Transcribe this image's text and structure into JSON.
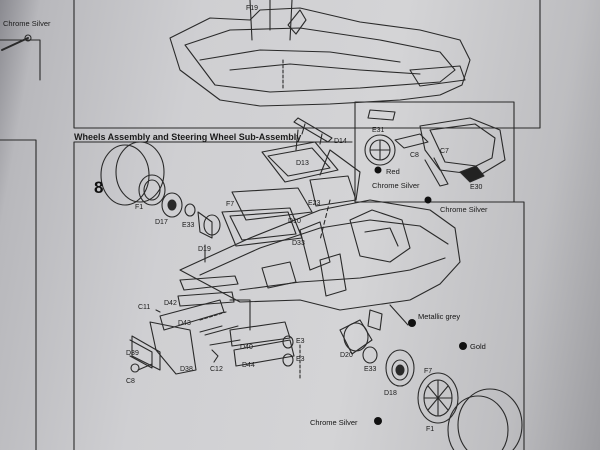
{
  "page": {
    "top_left_note": "Chrome Silver",
    "step_number": "8",
    "section_title": "Wheels Assembly and Steering Wheel Sub-Assembly"
  },
  "inset_labels": {
    "e31": "E31",
    "c8": "C8",
    "red": "Red",
    "chrome_silver": "Chrome Silver",
    "c7": "C7",
    "e30": "E30",
    "chrome_silver_2": "Chrome Silver"
  },
  "main_labels": {
    "f19": "F19",
    "d13": "D13",
    "d14": "D14",
    "f1": "F1",
    "d17": "D17",
    "e33": "E33",
    "d19": "D19",
    "f7": "F7",
    "d10": "D10",
    "d33": "D33",
    "e23": "E23",
    "c11": "C11",
    "d42": "D42",
    "d43": "D43",
    "d39": "D39",
    "c8": "C8",
    "d38": "D38",
    "c12": "C12",
    "d44": "D44",
    "d40": "D40",
    "e3": "E3",
    "e3b": "E3",
    "d20": "D20",
    "e33b": "E33",
    "d18": "D18",
    "f7b": "F7",
    "f1b": "F1"
  },
  "paint_callouts": {
    "metallic_grey": "Metallic grey",
    "gold": "Gold",
    "chrome_silver": "Chrome Silver"
  }
}
